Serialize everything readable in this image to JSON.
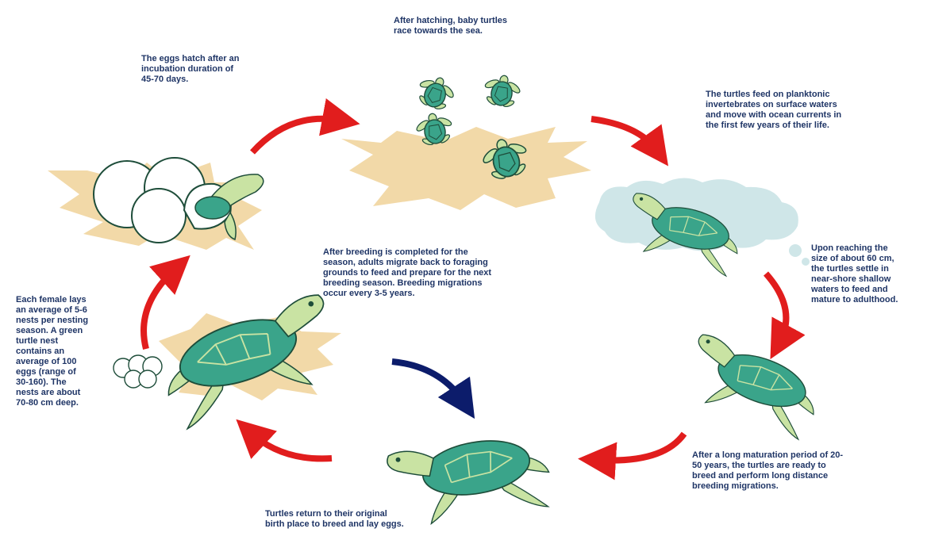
{
  "colors": {
    "arrow_red": "#e11d1d",
    "arrow_blue": "#0c1c6b",
    "text": "#1f3566",
    "sand": "#f2d9a8",
    "shell_green": "#3aa48a",
    "skin_green": "#c9e3a3",
    "outline": "#1e4d3a",
    "water": "#cfe6e8"
  },
  "captions": {
    "hatch": "The eggs hatch after an\nincubation duration of\n45-70 days.",
    "race": "After hatching, baby turtles\nrace towards the sea.",
    "feed": "The turtles feed on planktonic\ninvertebrates on surface waters\nand move with ocean currents in\nthe first few years of their life.",
    "settle": "Upon reaching the\nsize of about 60 cm,\nthe turtles settle in\nnear-shore shallow\nwaters to feed and\nmature to adulthood.",
    "mature": "After a long maturation period of 20-\n50 years, the turtles are ready to\nbreed and perform long distance\nbreeding migrations.",
    "return": "Turtles return to their original\nbirth place to breed and lay eggs.",
    "lay": "Each female lays\nan average of 5-6\nnests per nesting\nseason. A green\nturtle nest\ncontains an\naverage of 100\neggs (range of\n30-160). The\nnests are about\n70-80 cm deep.",
    "migrate": "After breeding is completed for the\nseason, adults migrate back to foraging\ngrounds to feed and prepare for the next\nbreeding season. Breeding migrations\noccur every 3-5 years."
  },
  "icons": {
    "arrows": "curved-arrow",
    "eggs": "hatching-egg",
    "hatchlings": "baby-turtle",
    "adults": "sea-turtle"
  }
}
